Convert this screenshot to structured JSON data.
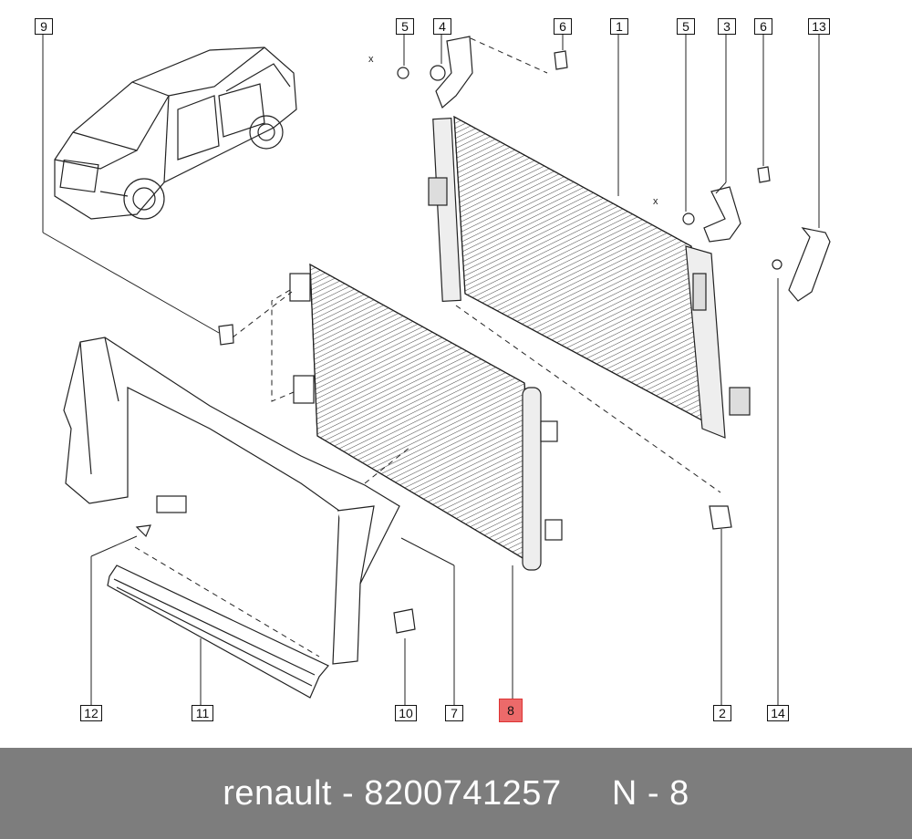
{
  "callouts": {
    "c9": "9",
    "c5a": "5",
    "c4": "4",
    "c6a": "6",
    "c1": "1",
    "c5b": "5",
    "c3": "3",
    "c6b": "6",
    "c13": "13",
    "c12": "12",
    "c11": "11",
    "c10": "10",
    "c7": "7",
    "c8": "8",
    "c2": "2",
    "c14": "14"
  },
  "marks": {
    "x1": "x",
    "x2": "x"
  },
  "footer": {
    "brand": "renault",
    "sep": "-",
    "part_number": "8200741257",
    "ref": "N - 8"
  },
  "colors": {
    "highlight": "#ec6a6a",
    "footer_bg": "#7d7d7d"
  }
}
